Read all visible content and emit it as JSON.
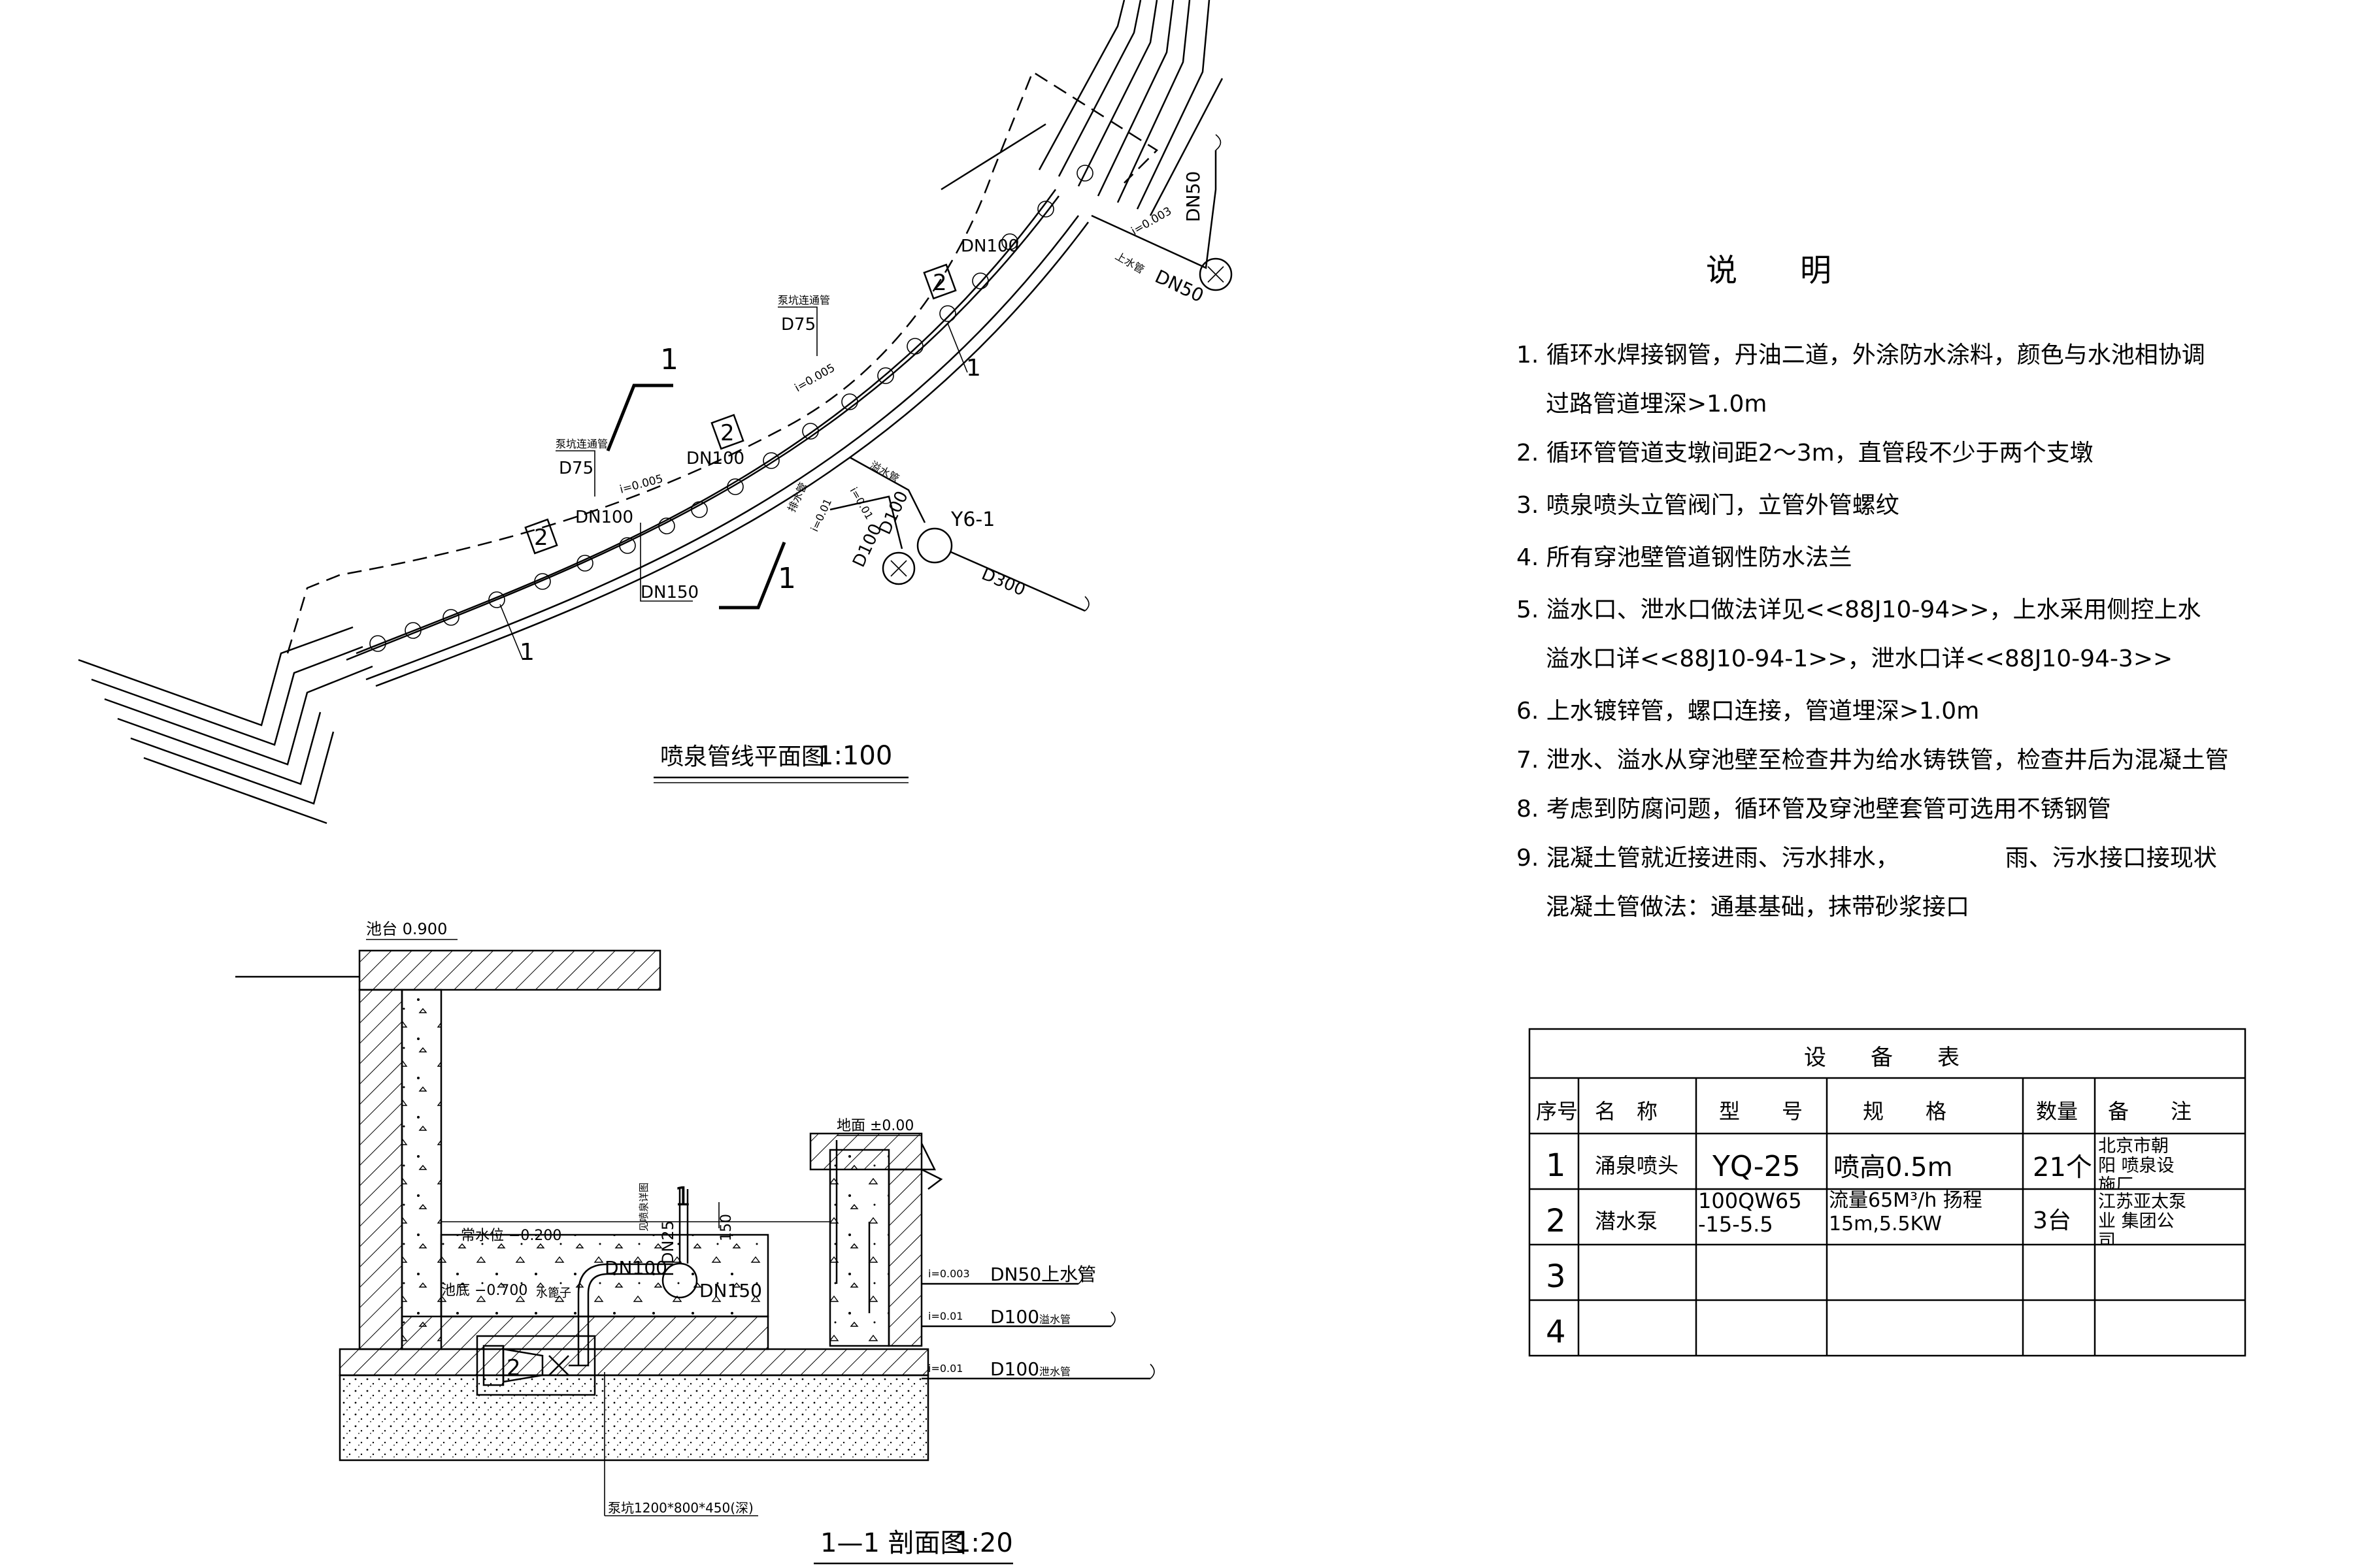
{
  "plan": {
    "title": "喷泉管线平面图",
    "scale": "1:100",
    "section_mark": "1",
    "nozzle_mark": "1",
    "pump_mark": "2",
    "labels": {
      "overflow_pipe_note_a": "泵坑连通管",
      "overflow_pipe_note_b": "泵坑连通管",
      "d75_a": "D75",
      "d75_b": "D75",
      "dn100_a": "DN100",
      "dn100_b": "DN100",
      "dn100_c": "DN100",
      "dn150": "DN150",
      "slope_a": "i=0.005",
      "slope_b": "i=0.005",
      "slope_c": "i=0.003",
      "slope_d": "i=0.01",
      "slope_e": "i=0.01",
      "dn50_a": "DN50",
      "dn50_b": "DN50",
      "supply_pipe": "上水管",
      "drain_pipe_a": "排水管",
      "drain_pipe_b": "溢水管",
      "d100_a": "D100",
      "d100_b": "D100",
      "well": "Y6-1",
      "d300": "D300"
    }
  },
  "notes": {
    "heading": "说　　明",
    "items": [
      "1. 循环水焊接钢管，丹油二道，外涂防水涂料，颜色与水池相协调",
      "过路管道埋深>1.0m",
      "2. 循环管管道支墩间距2～3m，直管段不少于两个支墩",
      "3. 喷泉喷头立管阀门，立管外管螺纹",
      "4. 所有穿池壁管道钢性防水法兰",
      "5. 溢水口、泄水口做法详见<<88J10-94>>，上水采用侧控上水",
      "溢水口详<<88J10-94-1>>，泄水口详<<88J10-94-3>>",
      "6. 上水镀锌管，螺口连接，管道埋深>1.0m",
      "7. 泄水、溢水从穿池壁至检查井为给水铸铁管，检查井后为混凝土管",
      "8. 考虑到防腐问题，循环管及穿池壁套管可选用不锈钢管",
      "9. 混凝土管就近接进雨、污水排水，　　　　　雨、污水接口接现状",
      "混凝土管做法：通基基础，抹带砂浆接口"
    ]
  },
  "table": {
    "title": "设　　备　　表",
    "headers": [
      "序号",
      "名　称",
      "型　　号",
      "规　　格",
      "数量",
      "备　　注"
    ],
    "rows": [
      [
        "1",
        "涌泉喷头",
        "YQ-25",
        "喷高0.5m",
        "21个",
        "北京市朝阳 喷泉设施厂"
      ],
      [
        "2",
        "潜水泵",
        "100QW65 -15-5.5",
        "流量65M³/h 扬程15m,5.5KW",
        "3台",
        "江苏亚太泵业 集团公司"
      ],
      [
        "3",
        "",
        "",
        "",
        "",
        ""
      ],
      [
        "4",
        "",
        "",
        "",
        "",
        ""
      ]
    ]
  },
  "section": {
    "title": "1—1 剖面图",
    "scale": "1:20",
    "labels": {
      "top_elev": "池台 0.900",
      "ground": "地面 ±0.00",
      "water_level": "常水位 −0.200",
      "bottom": "池底 −0.700",
      "sump": "水篦子",
      "riser_note": "见喷泉详图",
      "dn25": "DN25",
      "dim150": "150",
      "dn100": "DN100",
      "dn150": "DN150",
      "slope_a": "i=0.003",
      "slope_b": "i=0.01",
      "slope_c": "i=0.01",
      "supply": "DN50上水管",
      "overflow": "D100",
      "overflow_note": "溢水管",
      "drain": "D100",
      "drain_note": "泄水管",
      "pit": "泵坑1200*800*450(深)",
      "pump_mark": "2",
      "sec_mark": "1"
    }
  }
}
